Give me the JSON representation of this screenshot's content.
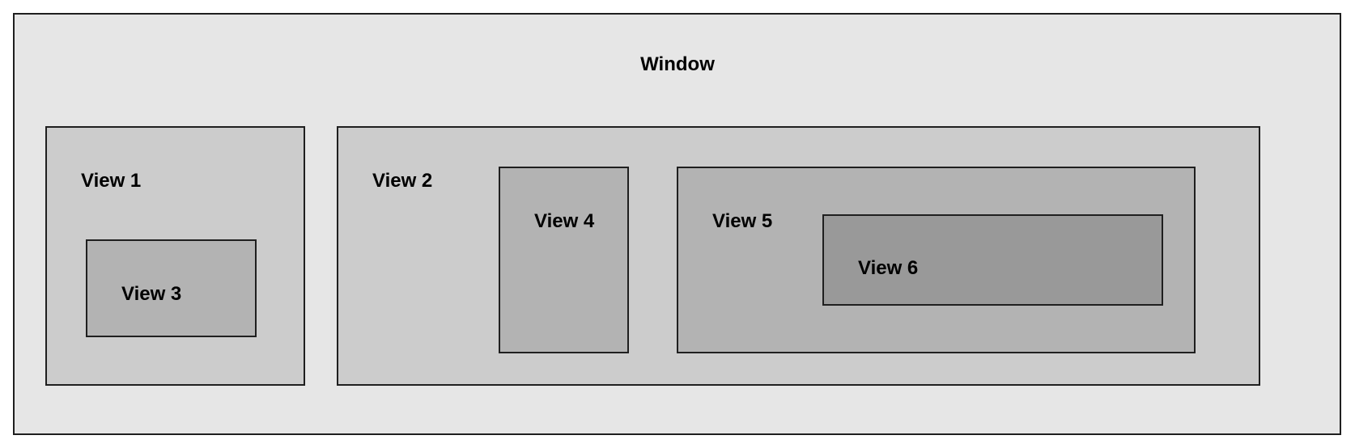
{
  "window": {
    "label": "Window",
    "fill": "#e6e6e6"
  },
  "views": {
    "view1": {
      "label": "View 1",
      "fill": "#cccccc"
    },
    "view2": {
      "label": "View 2",
      "fill": "#cccccc"
    },
    "view3": {
      "label": "View 3",
      "fill": "#b3b3b3"
    },
    "view4": {
      "label": "View 4",
      "fill": "#b3b3b3"
    },
    "view5": {
      "label": "View 5",
      "fill": "#b3b3b3"
    },
    "view6": {
      "label": "View 6",
      "fill": "#999999"
    }
  },
  "border_color": "#1f1f1f"
}
